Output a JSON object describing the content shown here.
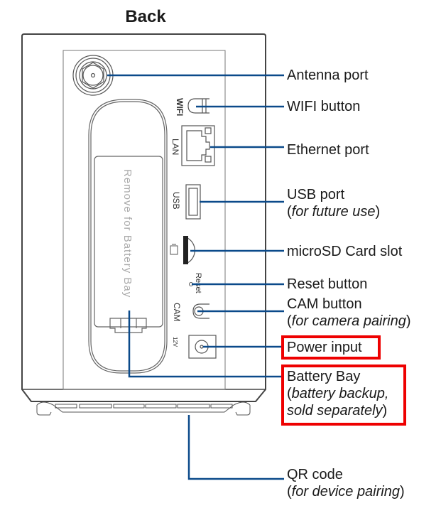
{
  "title": "Back",
  "device": {
    "port_labels": {
      "wifi": "WIFI",
      "lan": "LAN",
      "usb": "USB",
      "reset": "Reset",
      "cam": "CAM",
      "power": "12V"
    },
    "battery_cover_text": "Remove  for Battery Bay"
  },
  "callouts": [
    {
      "id": "antenna",
      "label": "Antenna port",
      "note": ""
    },
    {
      "id": "wifi",
      "label": "WIFI button",
      "note": ""
    },
    {
      "id": "ethernet",
      "label": "Ethernet port",
      "note": ""
    },
    {
      "id": "usb",
      "label": "USB port",
      "note_open": "(",
      "note": "for future use",
      "note_close": ")"
    },
    {
      "id": "microsd",
      "label": "microSD Card slot",
      "note": ""
    },
    {
      "id": "reset",
      "label": "Reset button",
      "note": ""
    },
    {
      "id": "cam",
      "label": "CAM button",
      "note_open": "(",
      "note": "for camera pairing",
      "note_close": ")"
    },
    {
      "id": "power",
      "label": "Power input",
      "note": "",
      "highlighted": true
    },
    {
      "id": "battery",
      "label": "Battery Bay",
      "note_open": "(",
      "note": "battery backup,",
      "note2": "sold separately",
      "note_close": ")",
      "highlighted": true
    },
    {
      "id": "qr",
      "label": "QR code",
      "note_open": "(",
      "note": "for device pairing",
      "note_close": ")"
    }
  ],
  "colors": {
    "leader_line": "#0b4a8a",
    "highlight": "#ee0000",
    "outline": "#555555"
  }
}
